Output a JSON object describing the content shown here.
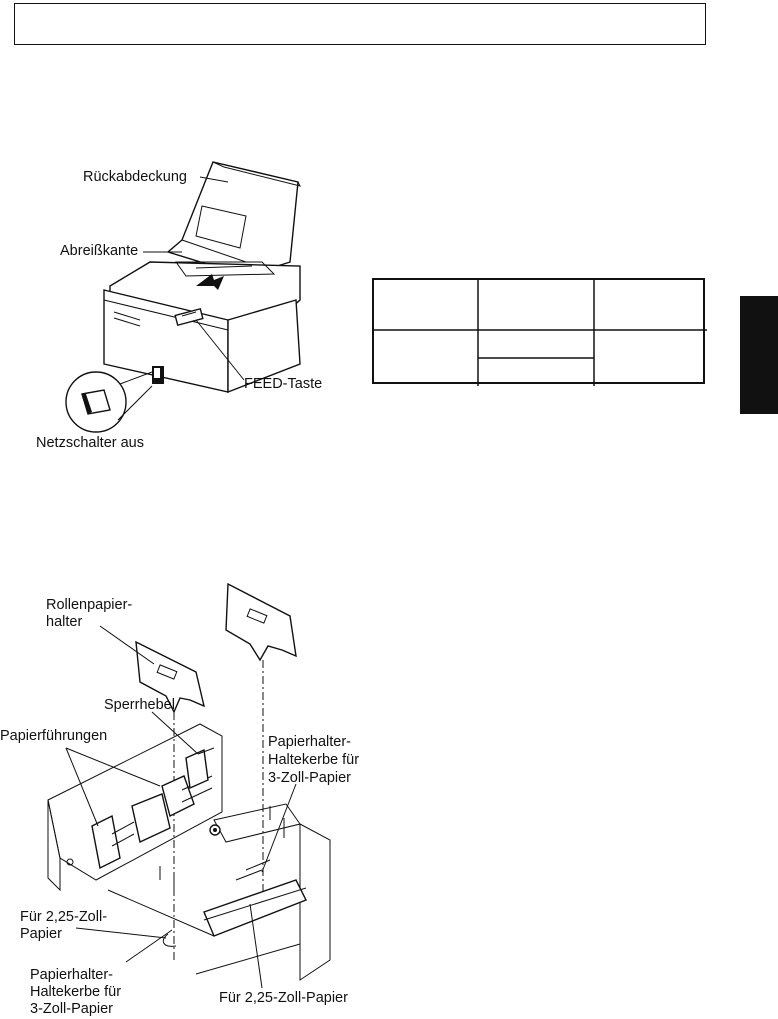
{
  "figure1": {
    "labels": {
      "rear_cover": "Rückabdeckung",
      "tear_edge": "Abreißkante",
      "feed_button": "FEED-Taste",
      "power_switch": "Netzschalter aus"
    }
  },
  "figure2": {
    "labels": {
      "roll_holder_line1": "Rollenpapier-",
      "roll_holder_line2": "halter",
      "lock_lever": "Sperrhebel",
      "paper_guides": "Papierführungen",
      "notch_3in_a_line1": "Papierhalter-",
      "notch_3in_a_line2": "Haltekerbe für",
      "notch_3in_a_line3": "3-Zoll-Papier",
      "for_225_left_line1": "Für 2,25-Zoll-",
      "for_225_left_line2": "Papier",
      "notch_3in_b_line1": "Papierhalter-",
      "notch_3in_b_line2": "Haltekerbe für",
      "notch_3in_b_line3": "3-Zoll-Papier",
      "for_225_bottom": "Für 2,25-Zoll-Papier"
    }
  }
}
